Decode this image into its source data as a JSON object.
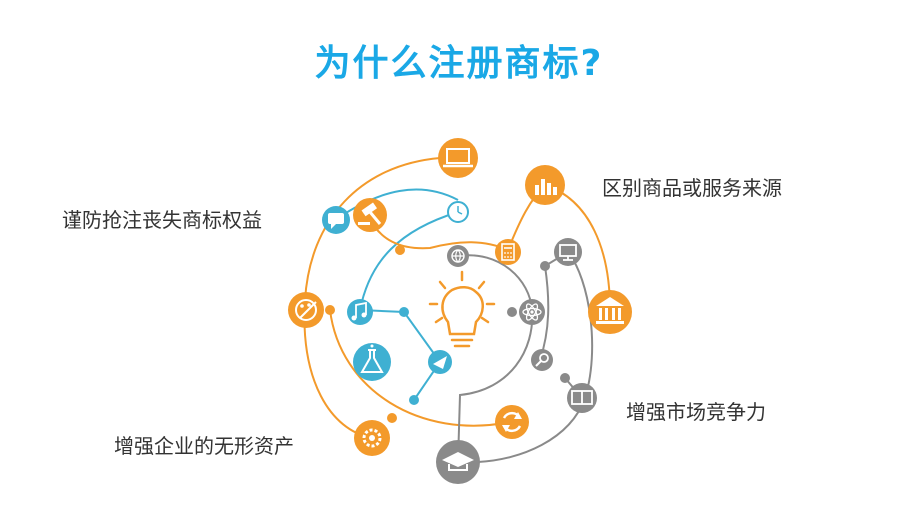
{
  "title": "为什么注册商标?",
  "labels": {
    "top_left": "谨防抢注丧失商标权益",
    "top_right": "区别商品或服务来源",
    "bottom_right": "增强市场竞争力",
    "bottom_left": "增强企业的无形资产"
  },
  "colors": {
    "title": "#1aa8e6",
    "orange": "#f39a2b",
    "teal": "#3fb0d2",
    "gray": "#8a8a8a",
    "text": "#333333"
  },
  "icons": {
    "center": "lightbulb-icon",
    "laptop": "laptop-icon",
    "chat": "chat-bubble-icon",
    "gavel": "gavel-icon",
    "clock": "clock-icon",
    "palette": "palette-icon",
    "music": "music-note-icon",
    "flask": "flask-icon",
    "paper_plane": "paper-plane-icon",
    "gear": "gear-icon",
    "graduation": "graduation-cap-icon",
    "refresh": "refresh-icon",
    "magnifier": "magnifier-icon",
    "book": "book-icon",
    "atom": "atom-icon",
    "globe": "globe-icon",
    "calculator": "calculator-icon",
    "bar_chart": "bar-chart-icon",
    "monitor": "monitor-icon",
    "bank": "bank-icon"
  }
}
